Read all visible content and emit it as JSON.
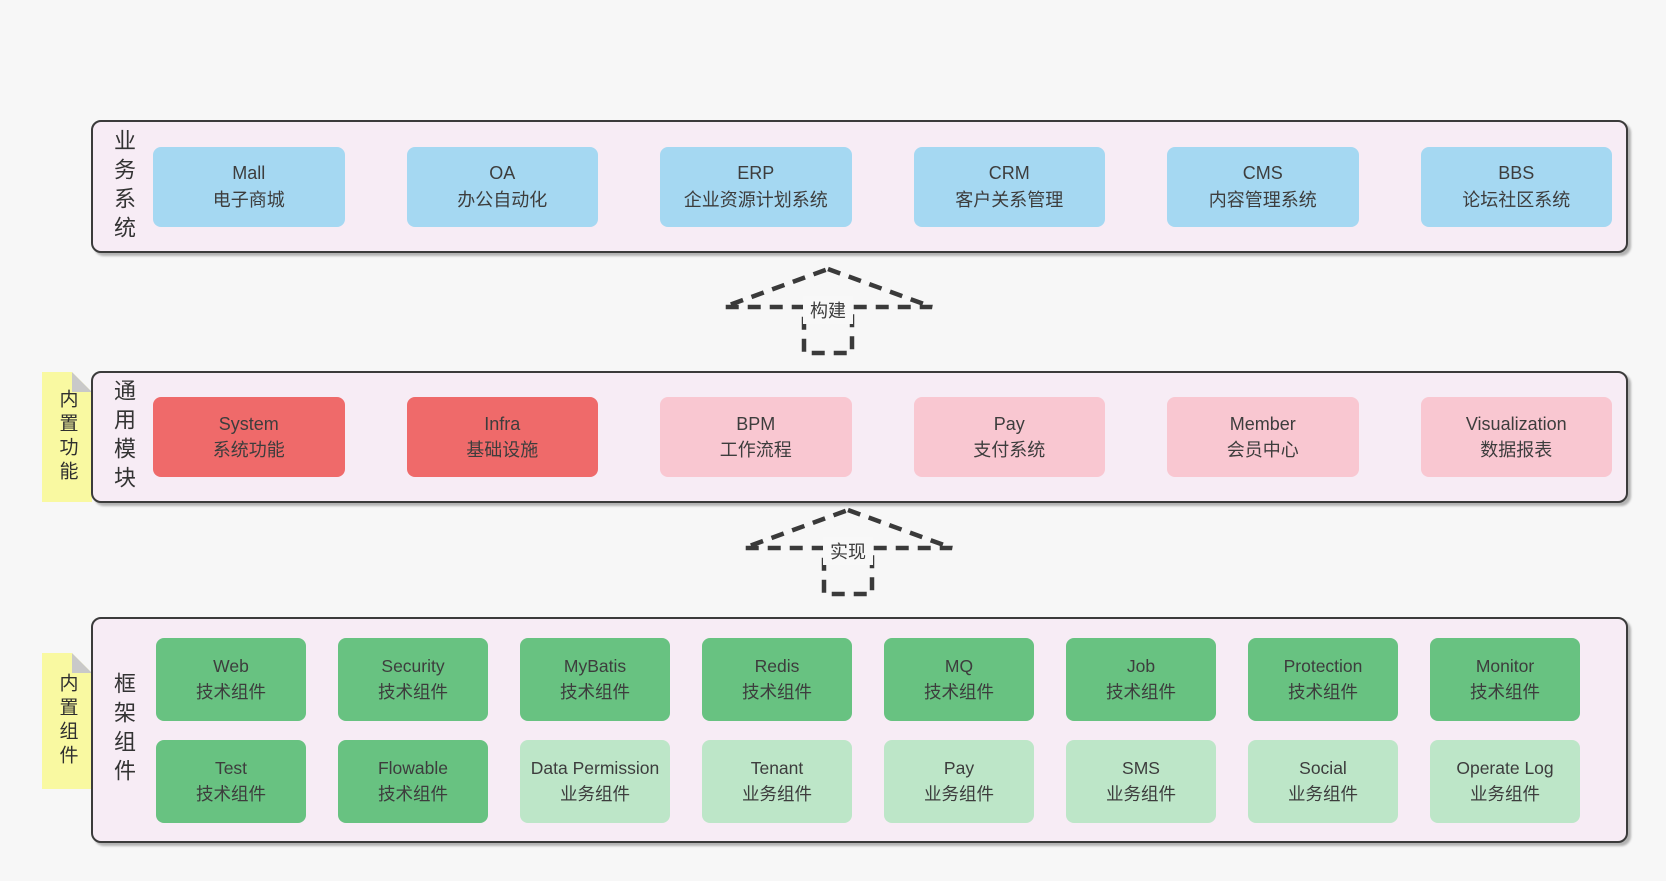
{
  "colors": {
    "page_bg": "#f7f7f7",
    "layer_bg": "#f7ecf5",
    "layer_border": "#3b3b3b",
    "blue": "#a5d8f2",
    "red": "#ef6a6a",
    "pink": "#f9c7d1",
    "green": "#68c281",
    "light_green": "#bde6c8",
    "sticky_yellow": "#f9f9a1",
    "sticky_fold": "#c9c9c9",
    "text": "#3d3d3d"
  },
  "layers": {
    "business": {
      "label": "业务系统",
      "boxes": [
        {
          "name": "Mall",
          "desc": "电子商城",
          "variant": "blue"
        },
        {
          "name": "OA",
          "desc": "办公自动化",
          "variant": "blue"
        },
        {
          "name": "ERP",
          "desc": "企业资源计划系统",
          "variant": "blue"
        },
        {
          "name": "CRM",
          "desc": "客户关系管理",
          "variant": "blue"
        },
        {
          "name": "CMS",
          "desc": "内容管理系统",
          "variant": "blue"
        },
        {
          "name": "BBS",
          "desc": "论坛社区系统",
          "variant": "blue"
        }
      ]
    },
    "modules": {
      "label": "通用模块",
      "sticky": "内置功能",
      "boxes": [
        {
          "name": "System",
          "desc": "系统功能",
          "variant": "red"
        },
        {
          "name": "Infra",
          "desc": "基础设施",
          "variant": "red"
        },
        {
          "name": "BPM",
          "desc": "工作流程",
          "variant": "pink"
        },
        {
          "name": "Pay",
          "desc": "支付系统",
          "variant": "pink"
        },
        {
          "name": "Member",
          "desc": "会员中心",
          "variant": "pink"
        },
        {
          "name": "Visualization",
          "desc": "数据报表",
          "variant": "pink"
        }
      ]
    },
    "framework": {
      "label": "框架组件",
      "sticky": "内置组件",
      "rows": [
        [
          {
            "name": "Web",
            "desc": "技术组件",
            "variant": "green"
          },
          {
            "name": "Security",
            "desc": "技术组件",
            "variant": "green"
          },
          {
            "name": "MyBatis",
            "desc": "技术组件",
            "variant": "green"
          },
          {
            "name": "Redis",
            "desc": "技术组件",
            "variant": "green"
          },
          {
            "name": "MQ",
            "desc": "技术组件",
            "variant": "green"
          },
          {
            "name": "Job",
            "desc": "技术组件",
            "variant": "green"
          },
          {
            "name": "Protection",
            "desc": "技术组件",
            "variant": "green"
          },
          {
            "name": "Monitor",
            "desc": "技术组件",
            "variant": "green"
          }
        ],
        [
          {
            "name": "Test",
            "desc": "技术组件",
            "variant": "green"
          },
          {
            "name": "Flowable",
            "desc": "技术组件",
            "variant": "green"
          },
          {
            "name": "Data Permission",
            "desc": "业务组件",
            "variant": "light_green"
          },
          {
            "name": "Tenant",
            "desc": "业务组件",
            "variant": "light_green"
          },
          {
            "name": "Pay",
            "desc": "业务组件",
            "variant": "light_green"
          },
          {
            "name": "SMS",
            "desc": "业务组件",
            "variant": "light_green"
          },
          {
            "name": "Social",
            "desc": "业务组件",
            "variant": "light_green"
          },
          {
            "name": "Operate Log",
            "desc": "业务组件",
            "variant": "light_green"
          }
        ]
      ]
    }
  },
  "arrows": [
    {
      "label": "构建"
    },
    {
      "label": "实现"
    }
  ]
}
